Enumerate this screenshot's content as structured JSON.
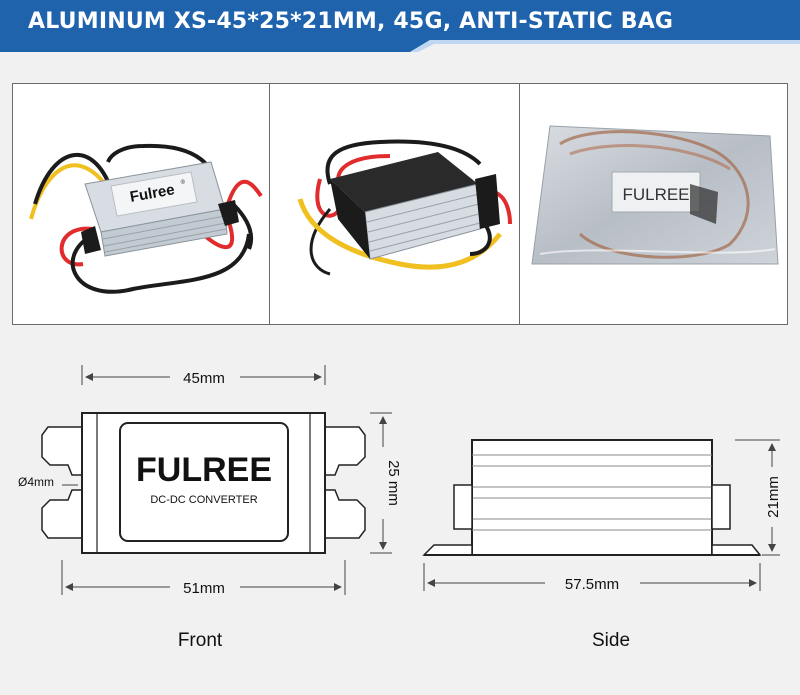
{
  "banner": {
    "title": "ALUMINUM XS-45*25*21MM, 45G,  ANTI-STATIC BAG",
    "color": "#1f63ad",
    "accent": "#bfd7f0"
  },
  "photos": [
    {
      "label": "Fulree",
      "mark": "®"
    },
    {
      "label": ""
    },
    {
      "label": "FULREE"
    }
  ],
  "front": {
    "brand": "FULREE",
    "subtitle": "DC-DC CONVERTER",
    "width_dim": "45mm",
    "total_dim": "51mm",
    "height_dim": "25 mm",
    "hole_dim": "Ø4mm",
    "caption": "Front"
  },
  "side": {
    "length_dim": "57.5mm",
    "height_dim": "21mm",
    "caption": "Side"
  },
  "colors": {
    "wire_red": "#e02c2c",
    "wire_yellow": "#f0c020",
    "wire_black": "#1b1b1b",
    "dimension_line": "#444444"
  }
}
